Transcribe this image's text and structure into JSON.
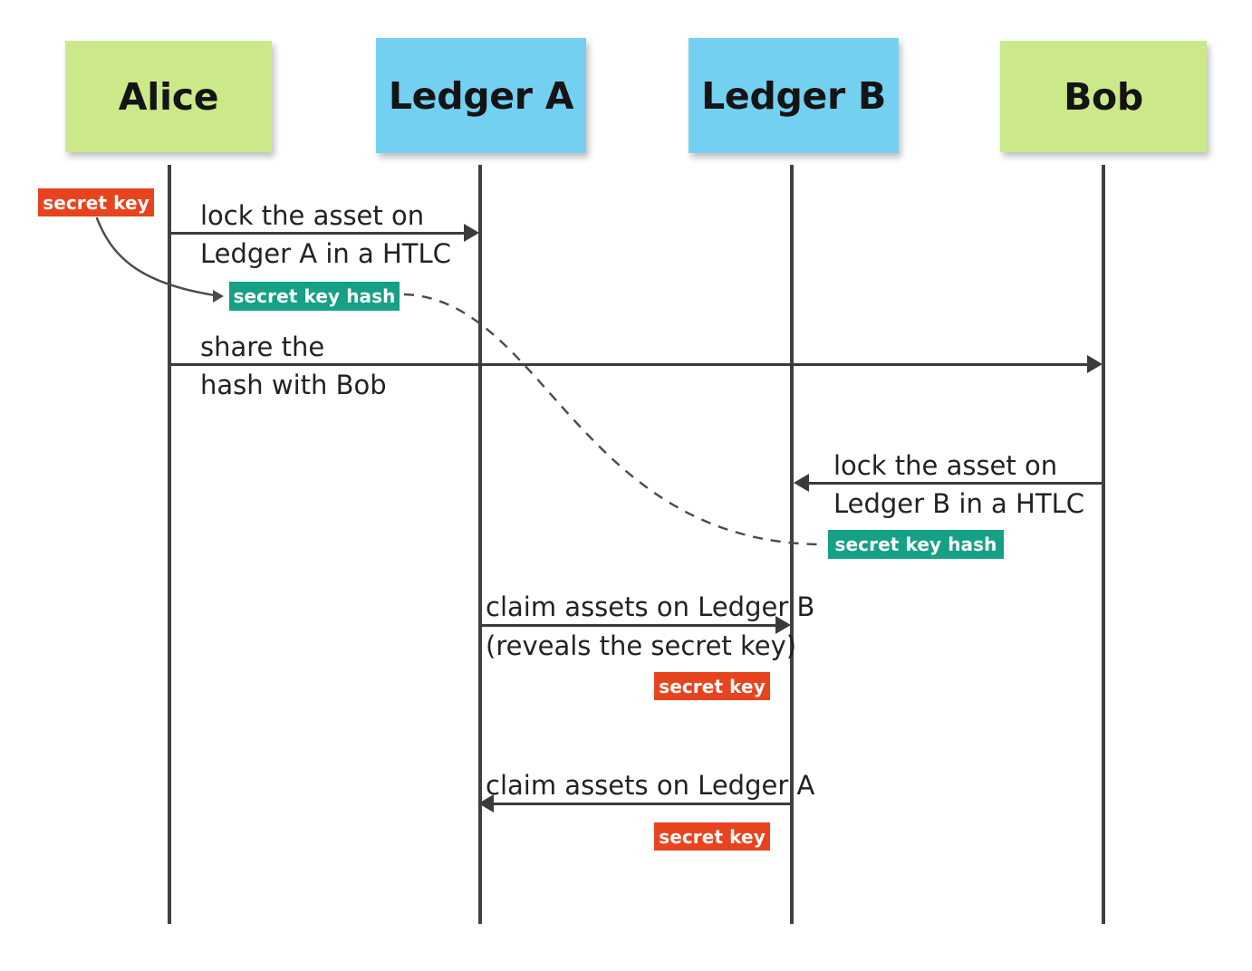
{
  "diagram": {
    "title": "HTLC atomic swap sequence diagram",
    "colors": {
      "actor_green": "#CCE98A",
      "actor_blue": "#74D0F1",
      "secret_key_badge": "#E8431F",
      "key_hash_badge": "#16A085",
      "lifeline": "#404040",
      "arrow": "#3b3b3b",
      "text": "#222222"
    },
    "actors": [
      {
        "id": "alice",
        "label": "Alice",
        "color": "#CCE98A"
      },
      {
        "id": "ledger-a",
        "label": "Ledger A",
        "color": "#74D0F1"
      },
      {
        "id": "ledger-b",
        "label": "Ledger B",
        "color": "#74D0F1"
      },
      {
        "id": "bob",
        "label": "Bob",
        "color": "#CCE98A"
      }
    ],
    "messages": [
      {
        "id": "lock-ledger-a",
        "from": "alice",
        "to": "ledger-a",
        "direction": "right",
        "line1": "lock the asset on",
        "line2": "Ledger A in a HTLC"
      },
      {
        "id": "share-hash",
        "from": "alice",
        "to": "bob",
        "direction": "right",
        "line1": "share the",
        "line2": "hash with Bob"
      },
      {
        "id": "lock-ledger-b",
        "from": "bob",
        "to": "ledger-b",
        "direction": "left",
        "line1": "lock the asset on",
        "line2": "Ledger B in a HTLC"
      },
      {
        "id": "claim-ledger-b",
        "from": "ledger-a",
        "to": "ledger-b",
        "direction": "right",
        "line1": "claim assets on Ledger B",
        "line2": "(reveals the secret key)"
      },
      {
        "id": "claim-ledger-a",
        "from": "ledger-b",
        "to": "ledger-a",
        "direction": "left",
        "line1": "claim assets on Ledger A",
        "line2": ""
      }
    ],
    "badges": [
      {
        "id": "alice-secret-key",
        "label": "secret key",
        "kind": "secret-key"
      },
      {
        "id": "hash-on-ledger-a",
        "label": "secret key hash",
        "kind": "key-hash"
      },
      {
        "id": "hash-on-ledger-b",
        "label": "secret key hash",
        "kind": "key-hash"
      },
      {
        "id": "revealed-secret-key",
        "label": "secret key",
        "kind": "secret-key"
      },
      {
        "id": "claim-secret-key",
        "label": "secret key",
        "kind": "secret-key"
      }
    ]
  }
}
